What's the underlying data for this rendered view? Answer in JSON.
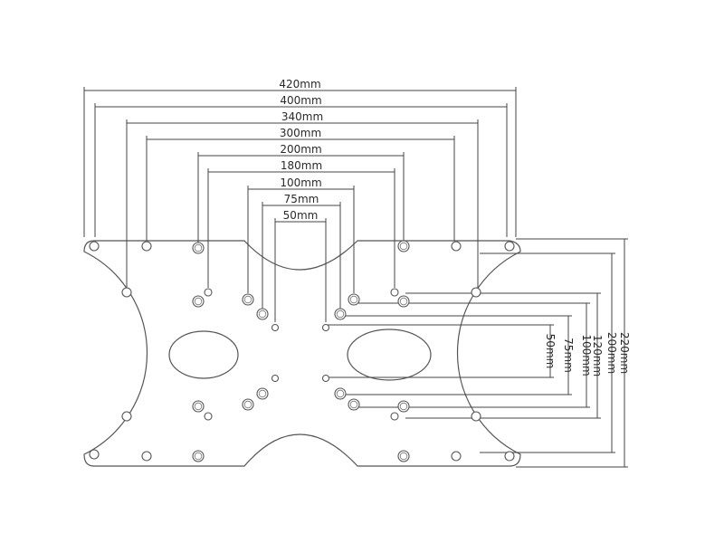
{
  "horizontal_dimensions": [
    "420mm",
    "400mm",
    "340mm",
    "300mm",
    "200mm",
    "180mm",
    "100mm",
    "75mm",
    "50mm"
  ],
  "vertical_dimensions": [
    "50mm",
    "75mm",
    "100mm",
    "120mm",
    "200mm",
    "220mm"
  ],
  "colors": {
    "line": "#444444",
    "background": "#ffffff"
  }
}
